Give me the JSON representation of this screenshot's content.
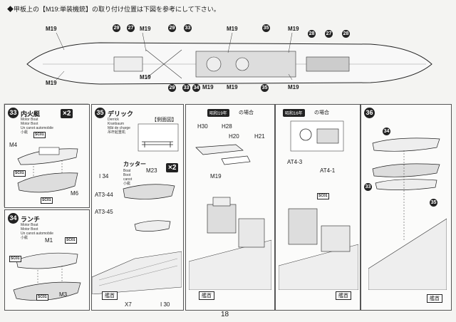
{
  "header": {
    "note": "◆甲板上の【M19:単装機銃】の取り付け位置は下図を参考にして下さい。"
  },
  "plan": {
    "labels": {
      "m19": "M19",
      "n29": "29",
      "n27": "27",
      "n28": "28",
      "n33": "33",
      "n34": "34",
      "n35": "35"
    }
  },
  "step33": {
    "num": "33",
    "title": "内火艇",
    "sub": "Motor Boat\nMotor Boot\nUn canot automobile\n小艇",
    "qty": "×2",
    "m4": "M4",
    "m6": "M6",
    "sc01": "SC01"
  },
  "step34": {
    "num": "34",
    "title": "ランチ",
    "sub": "Motor Boat\nMotor Boot\nUn canot automobile\n小艇",
    "m1": "M1",
    "m3": "M3",
    "sc01": "SC01"
  },
  "step35": {
    "num": "35",
    "title": "デリック",
    "sub": "Derrick\nKranbaum\nMât de charge\n吊杆起重机",
    "side": "【側面図】",
    "cutter": "カッター",
    "cutter_sub": "Boat\nBoot\ncanot\n小艇",
    "m23": "M23",
    "qty": "×2",
    "i34": "I 34",
    "at344": "AT3-44",
    "at345": "AT3-45",
    "x7": "X7",
    "i30": "I 30",
    "bow": "艦首"
  },
  "showa19": {
    "badge": "昭和19年",
    "suffix": "の場合",
    "h30": "H30",
    "h28": "H28",
    "h20": "H20",
    "h21": "H21",
    "m19": "M19",
    "bow": "艦首"
  },
  "showa16": {
    "badge": "昭和16年",
    "suffix": "の場合",
    "at43": "AT4-3",
    "at41": "AT4-1",
    "sc01": "SC01",
    "bow": "艦首"
  },
  "step36": {
    "num": "36",
    "n34": "34",
    "n33": "33",
    "n35": "35",
    "bow": "艦首"
  },
  "page": {
    "number": "18"
  }
}
